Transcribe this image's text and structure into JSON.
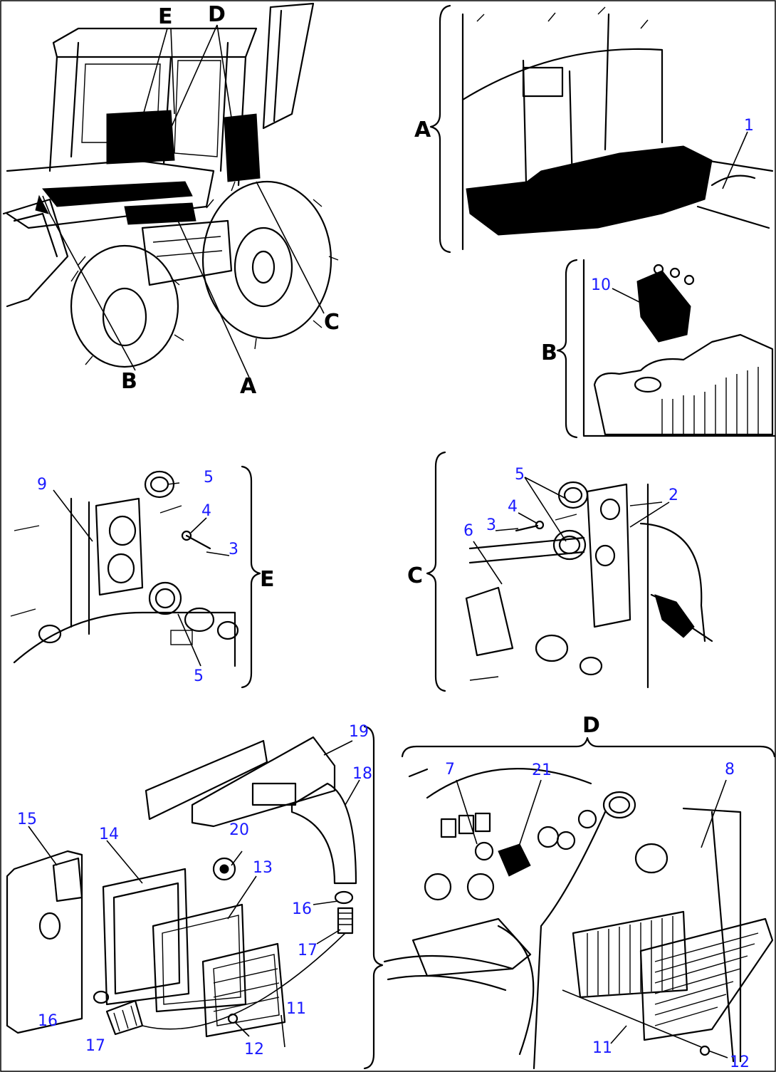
{
  "colors": {
    "letter_label": "#000000",
    "part_label": "#1a1aff",
    "line": "#000000",
    "background": "#ffffff"
  },
  "overview": {
    "labels": [
      "E",
      "D",
      "C",
      "B",
      "A"
    ]
  },
  "detail_a": {
    "label": "A",
    "parts": [
      "1"
    ]
  },
  "detail_b": {
    "label": "B",
    "parts": [
      "10"
    ]
  },
  "detail_e": {
    "label": "E",
    "parts": [
      "9",
      "5",
      "4",
      "3",
      "5"
    ]
  },
  "detail_c": {
    "label": "C",
    "parts": [
      "5",
      "2",
      "4",
      "3",
      "6"
    ]
  },
  "exploded": {
    "parts": [
      "19",
      "18",
      "15",
      "14",
      "20",
      "13",
      "16",
      "17",
      "11",
      "16",
      "17",
      "12"
    ]
  },
  "detail_d": {
    "label": "D",
    "parts": [
      "7",
      "21",
      "8",
      "11",
      "12"
    ]
  }
}
